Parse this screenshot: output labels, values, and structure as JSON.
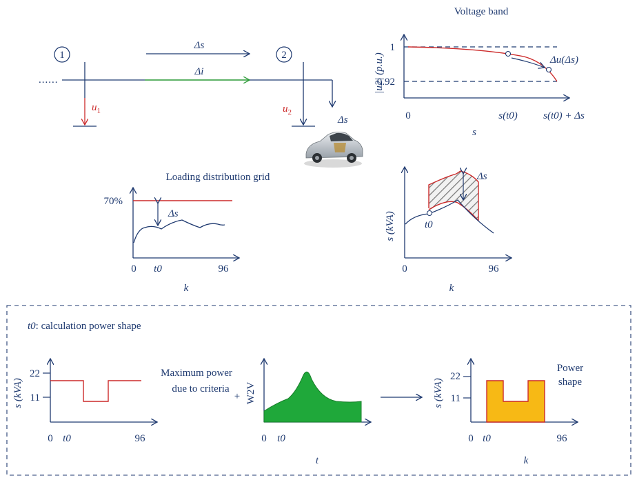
{
  "grid": {
    "node1": "1",
    "node2": "2",
    "delta_s_top": "Δs",
    "delta_i": "Δi",
    "u1": "u",
    "u1_sub": "1",
    "u2": "u",
    "u2_sub": "2",
    "delta_s_car": "Δs",
    "dots": "......"
  },
  "voltage_band": {
    "title": "Voltage band",
    "ylabel": "|u2| (p.u.)",
    "y_top": "1",
    "y_low": "0.92",
    "x0": "0",
    "x_t0": "s(t0)",
    "x_t0_ds": "s(t0) + Δs",
    "xlabel": "s",
    "annot": "Δu(Δs)"
  },
  "loading": {
    "title": "Loading distribution grid",
    "limit": "70%",
    "delta": "Δs",
    "x0": "0",
    "x_t0": "t0",
    "x_end": "96",
    "xlabel": "k"
  },
  "demand": {
    "ylabel": "s (kVA)",
    "delta": "Δs",
    "t0": "t0",
    "x0": "0",
    "x_end": "96",
    "xlabel": "k"
  },
  "calc": {
    "title_suffix": ": calculation power shape",
    "title_t0": "t0",
    "left": {
      "ylabel": "s (kVA)",
      "y22": "22",
      "y11": "11",
      "x0": "0",
      "x_t0": "t0",
      "x_end": "96",
      "label": [
        "Maximum power",
        "due to criteria"
      ]
    },
    "plus": "+",
    "mid": {
      "ylabel": "W2V",
      "x0": "0",
      "x_t0": "t0",
      "xlabel": "t"
    },
    "right": {
      "ylabel": "s (kVA)",
      "y22": "22",
      "y11": "11",
      "x0": "0",
      "x_t0": "t0",
      "x_end": "96",
      "xlabel": "k",
      "label": [
        "Power",
        "shape"
      ]
    }
  },
  "colors": {
    "navy": "#1f3a70",
    "red": "#cc2a2a",
    "green": "#2a9a35",
    "fill_green": "#1fa83a",
    "fill_orange": "#f7b915"
  }
}
